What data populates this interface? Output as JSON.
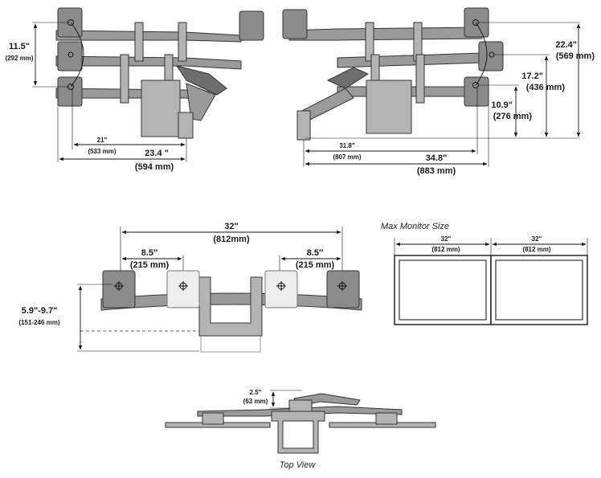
{
  "side_left": {
    "height_imperial": "11.5\"",
    "height_metric": "(292 mm)",
    "reach_short_imperial": "21\"",
    "reach_short_metric": "(533 mm)",
    "reach_long_imperial": "23.4 \"",
    "reach_long_metric": "(594 mm)"
  },
  "side_right": {
    "height_top_imperial": "22.4\"",
    "height_top_metric": "(569 mm)",
    "height_mid_imperial": "17.2\"",
    "height_mid_metric": "(436 mm)",
    "height_low_imperial": "10.9\"",
    "height_low_metric": "(276 mm)",
    "reach_short_imperial": "31.8\"",
    "reach_short_metric": "(807 mm)",
    "reach_long_imperial": "34.8\"",
    "reach_long_metric": "(883 mm)"
  },
  "front": {
    "span_imperial": "32\"",
    "span_metric": "(812mm)",
    "left_offset_imperial": "8.5″",
    "left_offset_metric": "(215 mm)",
    "right_offset_imperial": "8.5″",
    "right_offset_metric": "(215 mm)",
    "vertical_imperial": "5.9\"-9.7\"",
    "vertical_metric": "(151-246 mm)"
  },
  "max_monitor": {
    "title": "Max Monitor Size",
    "left_imperial": "32\"",
    "left_metric": "(812 mm)",
    "right_imperial": "32\"",
    "right_metric": "(812 mm)"
  },
  "top_view": {
    "depth_imperial": "2.5\"",
    "depth_metric": "(63 mm)",
    "caption": "Top View"
  },
  "colors": {
    "arm": "#9a9a9a",
    "plate": "#8b8b8b",
    "line": "#111111"
  }
}
